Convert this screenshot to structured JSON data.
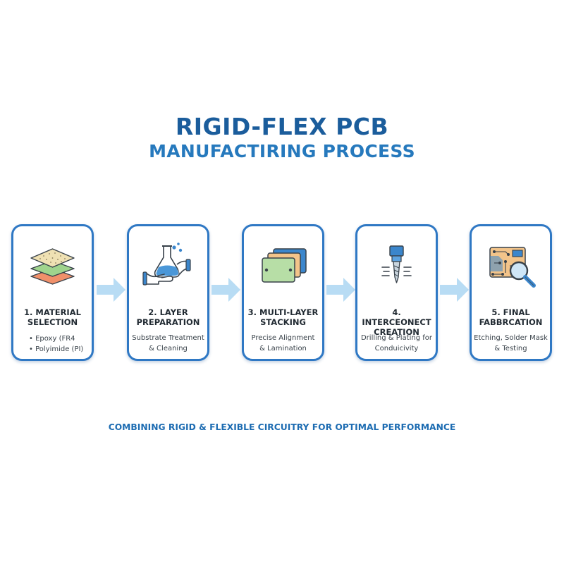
{
  "title": {
    "line1": "RIGID-FLEX PCB",
    "line2": "MANUFACTIRING PROCESS"
  },
  "steps": [
    {
      "title_line1": "1. MATERIAL",
      "title_line2": "SELECTION",
      "list": [
        "Epoxy (FR4",
        "Polyimide (PI)"
      ],
      "icon": "material-layers-icon"
    },
    {
      "title_line1": "2. LAYER",
      "title_line2": "PREPARATION",
      "desc_line1": "Substrate Treatment",
      "desc_line2": "& Cleaning",
      "icon": "flask-hands-icon"
    },
    {
      "title_line1": "3. MULTI-LAYER",
      "title_line2": "STACKING",
      "desc_line1": "Precise Alignment",
      "desc_line2": "& Lamination",
      "icon": "stacked-boards-icon"
    },
    {
      "title_line1": "4. INTERCEONECT",
      "title_line2": "CREATION",
      "desc_line1": "Drilling & Plating for",
      "desc_line2": "Conduicivity",
      "icon": "drill-bit-icon"
    },
    {
      "title_line1": "5. FINAL",
      "title_line2": "FABBRCATION",
      "desc_line1": "Etching, Solder Mask",
      "desc_line2": "& Testing",
      "icon": "circuit-magnifier-icon"
    }
  ],
  "tagline": "COMBINING RIGID & FLEXIBLE CIRCUITRY FOR OPTIMAL PERFORMANCE",
  "colors": {
    "title_dark": "#1b5d9c",
    "title_light": "#2679bd",
    "card_border": "#2f78c4",
    "arrow": "#b8dcf4",
    "tagline": "#1d6cb2"
  }
}
